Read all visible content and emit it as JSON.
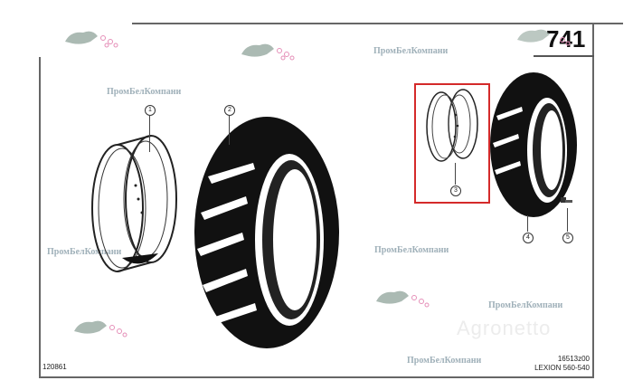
{
  "document": {
    "page_number": "741",
    "drawing_number_left": "120861",
    "drawing_code": "16513z00",
    "model": "LEXION 560-540"
  },
  "callouts": [
    {
      "id": "1",
      "label": "1",
      "part": "wheel-rim-large"
    },
    {
      "id": "2",
      "label": "2",
      "part": "tractor-tire-large"
    },
    {
      "id": "3",
      "label": "3",
      "part": "wheel-rim-small"
    },
    {
      "id": "4",
      "label": "4",
      "part": "tractor-tire-small"
    },
    {
      "id": "5",
      "label": "5",
      "part": "wheel-bolt"
    }
  ],
  "highlight": {
    "target_callout": "3",
    "color": "#d42a2a"
  },
  "watermarks": {
    "company_text": "ПромБелКомпани",
    "site_text": "Agronetto"
  },
  "colors": {
    "frame": "#666666",
    "watermark_text": "#8fa3ad",
    "logo_gray": "#8fa39a",
    "logo_pink": "#e58fb8"
  }
}
